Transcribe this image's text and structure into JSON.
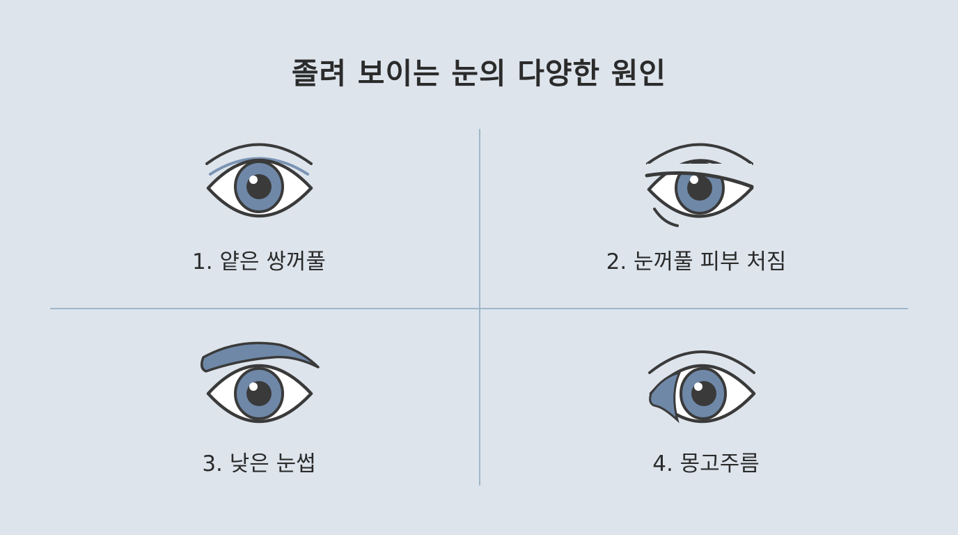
{
  "title": "졸려 보이는 눈의 다양한 원인",
  "causes": [
    {
      "label": "1. 얕은 쌍꺼풀",
      "icon": "eye-thin-double-eyelid-icon"
    },
    {
      "label": "2. 눈꺼풀 피부 처짐",
      "icon": "eye-drooping-eyelid-icon"
    },
    {
      "label": "3. 낮은 눈썹",
      "icon": "eye-low-eyebrow-icon"
    },
    {
      "label": "4. 몽고주름",
      "icon": "eye-epicanthic-fold-icon"
    }
  ],
  "colors": {
    "background": "#dde4ec",
    "iris": "#6f88a8",
    "outline": "#3a3a3a",
    "divider": "#9fb6c9"
  }
}
